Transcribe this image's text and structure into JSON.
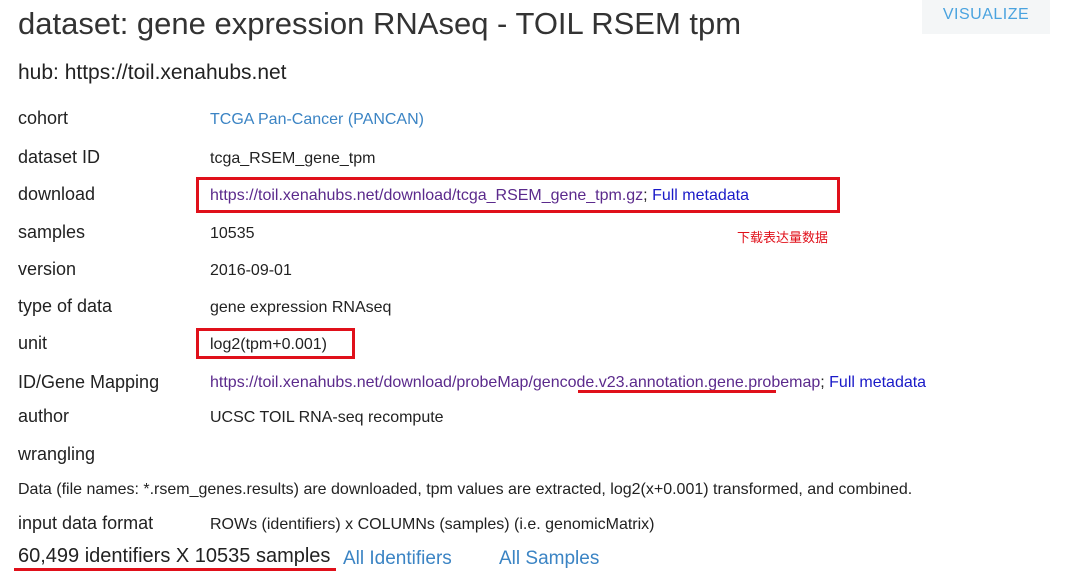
{
  "header": {
    "title": "dataset: gene expression RNAseq - TOIL RSEM tpm",
    "visualize_label": "VISUALIZE",
    "hub": "hub: https://toil.xenahubs.net"
  },
  "fields": {
    "cohort": {
      "label": "cohort",
      "value": "TCGA Pan-Cancer (PANCAN)"
    },
    "dataset_id": {
      "label": "dataset ID",
      "value": "tcga_RSEM_gene_tpm"
    },
    "download": {
      "label": "download",
      "url": "https://toil.xenahubs.net/download/tcga_RSEM_gene_tpm.gz",
      "separator": ";",
      "metadata_link": "Full metadata"
    },
    "samples": {
      "label": "samples",
      "value": "10535"
    },
    "version": {
      "label": "version",
      "value": "2016-09-01"
    },
    "type_of_data": {
      "label": "type of data",
      "value": "gene expression RNAseq"
    },
    "unit": {
      "label": "unit",
      "value": "log2(tpm+0.001)"
    },
    "id_gene_mapping": {
      "label": "ID/Gene Mapping",
      "url_prefix": "https://toil.xenahubs.net/download/probeMap/",
      "url_highlight": "gencode.v23.annotation",
      "url_suffix": ".gene.probemap",
      "separator": ";",
      "metadata_link": "Full metadata"
    },
    "author": {
      "label": "author",
      "value": "UCSC TOIL RNA-seq recompute"
    },
    "wrangling": {
      "label": "wrangling"
    },
    "wrangling_description": "Data (file names: *.rsem_genes.results) are downloaded, tpm values are extracted, log2(x+0.001) transformed, and combined.",
    "input_data_format": {
      "label": "input data format",
      "value": "ROWs (identifiers) x COLUMNs (samples) (i.e. genomicMatrix)"
    }
  },
  "annotation": {
    "download_note": "下载表达量数据",
    "highlight_color": "#e0101a"
  },
  "footer": {
    "counts": "60,499 identifiers X 10535 samples",
    "all_identifiers": "All Identifiers",
    "all_samples": "All Samples"
  },
  "colors": {
    "link_blue": "#3b84c4",
    "link_purple": "#5b2a8c",
    "link_navy": "#1a1ac8",
    "visualize_text": "#4aa3df"
  }
}
